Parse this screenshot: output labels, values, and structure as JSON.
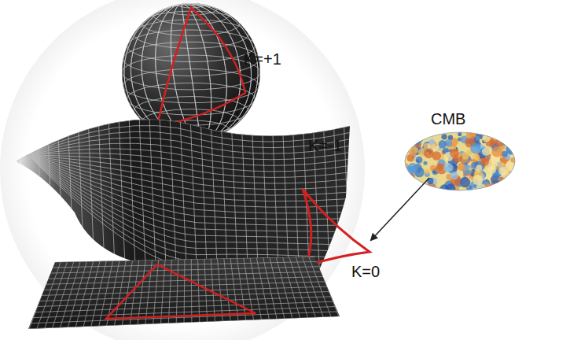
{
  "diagram": {
    "labels": [
      "K=+1",
      "K=-1",
      "CMB",
      "K=0"
    ]
  }
}
